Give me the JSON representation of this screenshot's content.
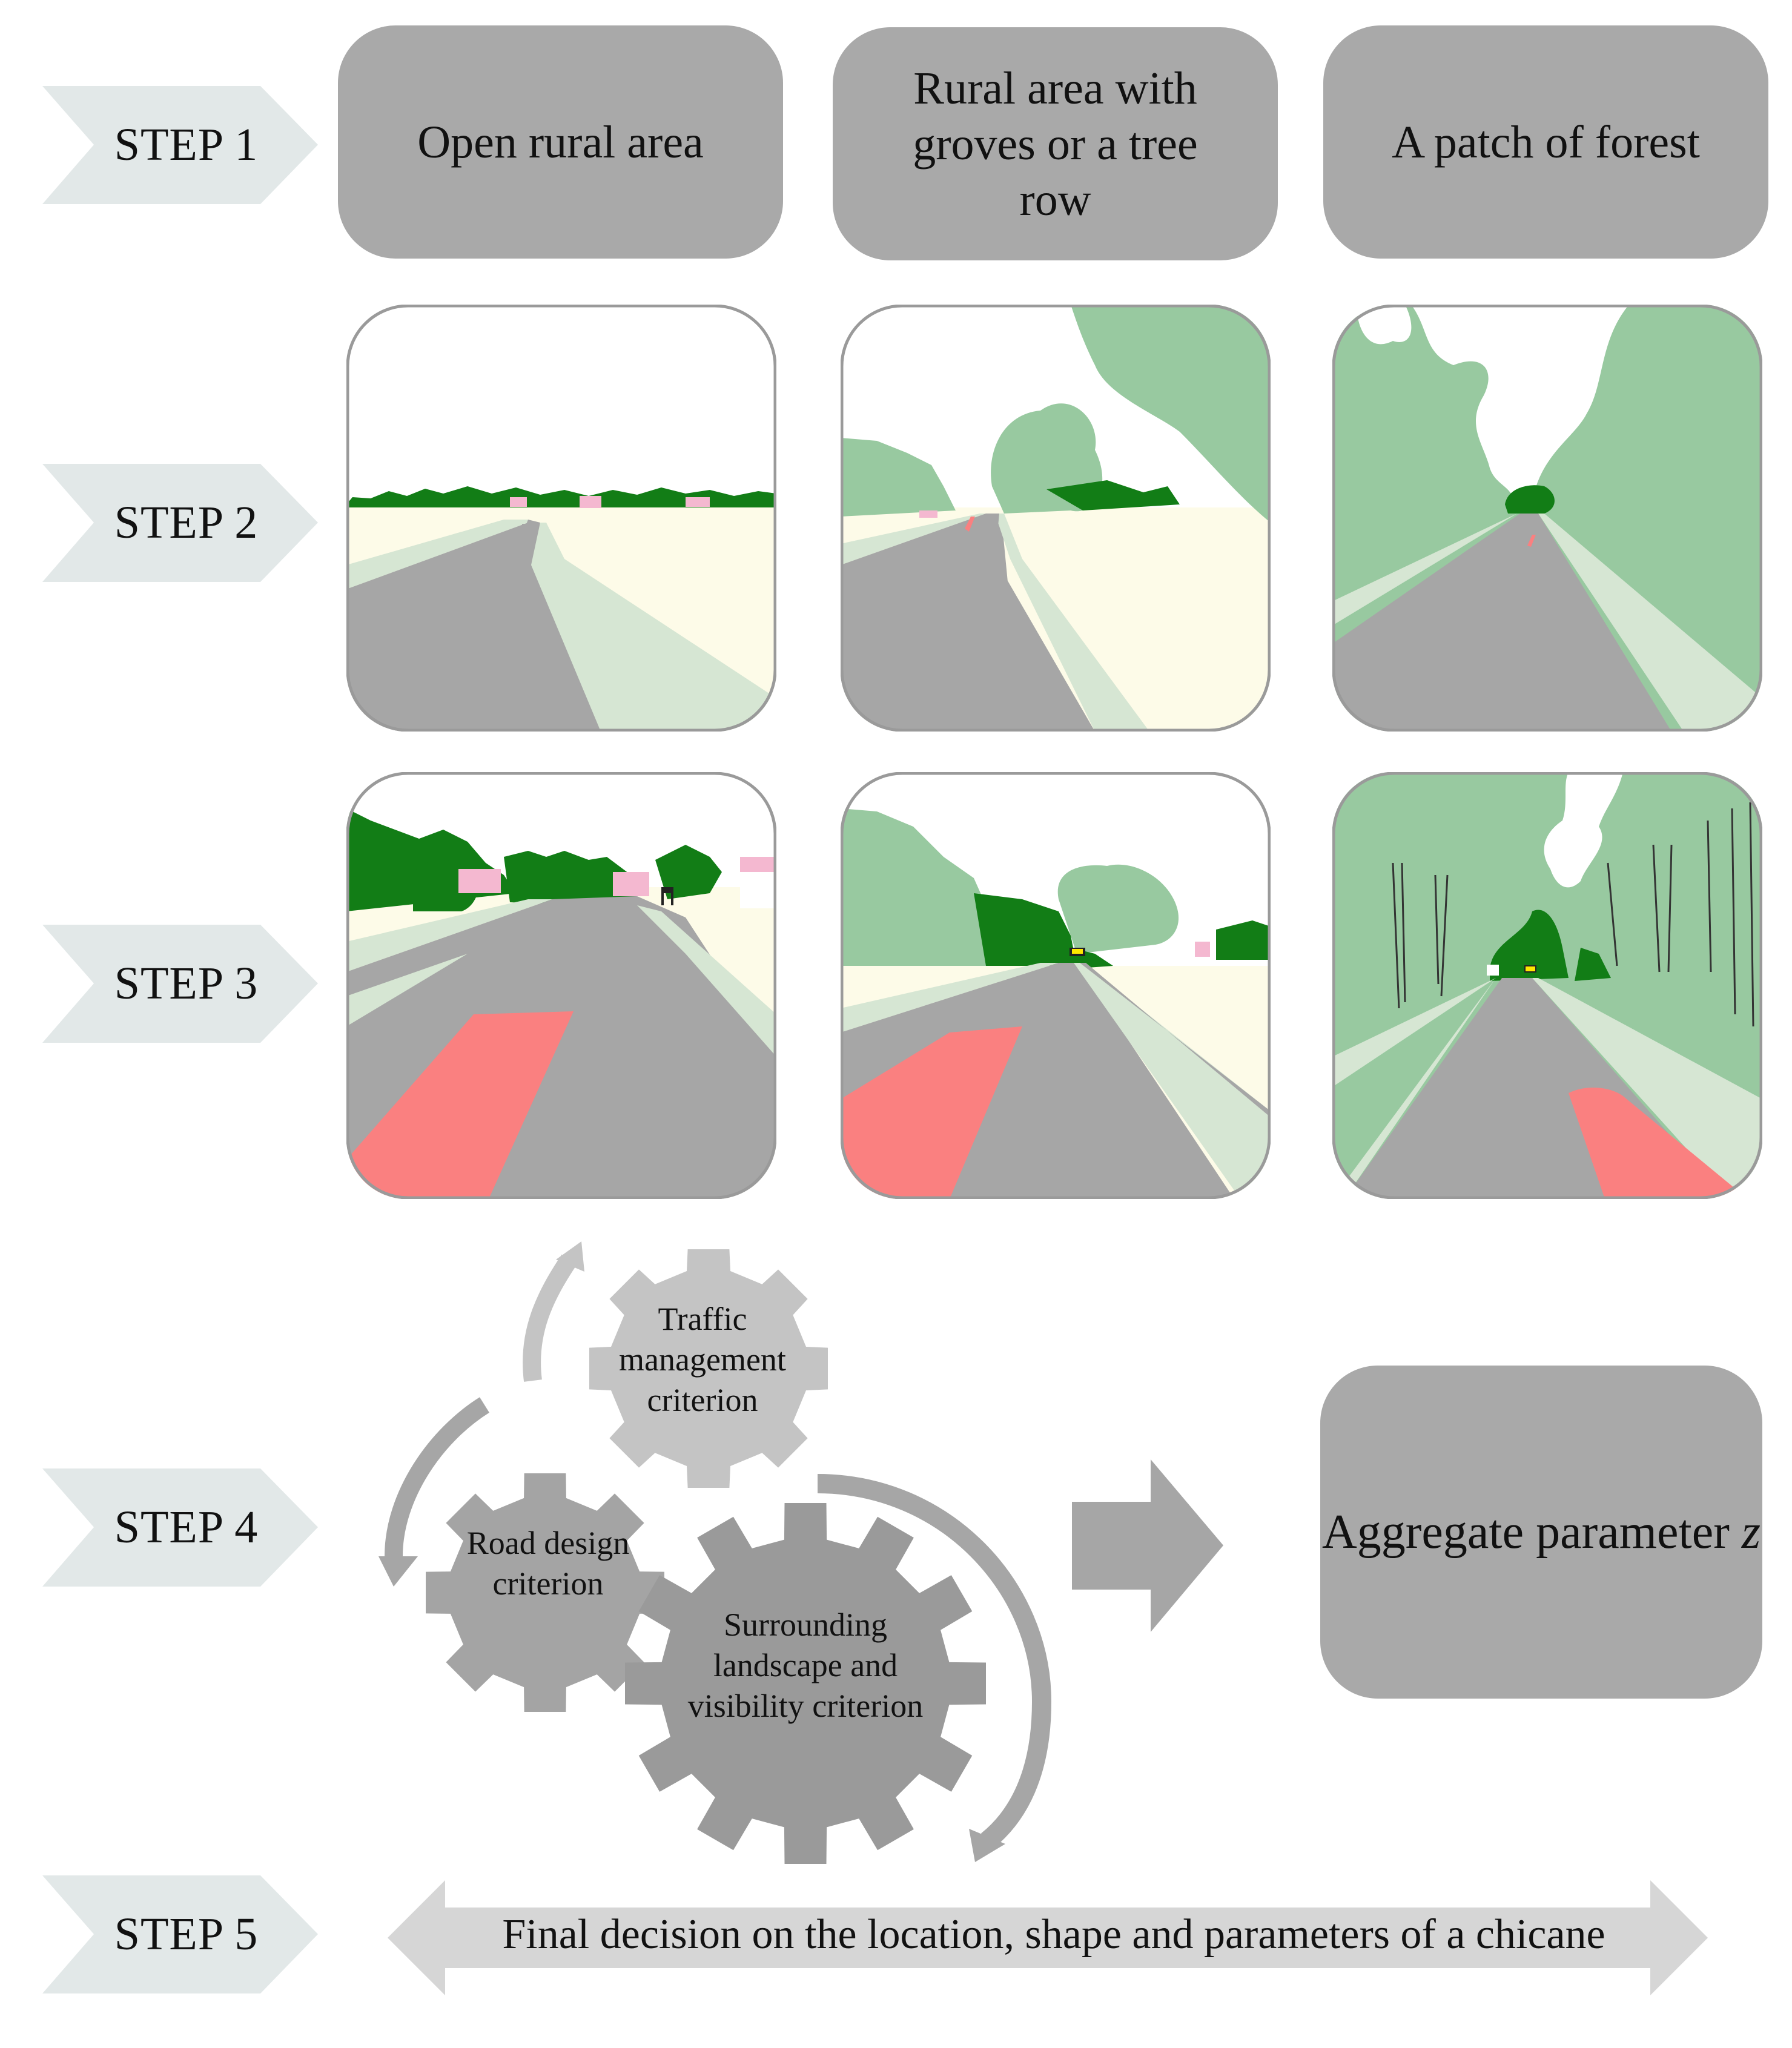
{
  "steps": [
    {
      "label": "STEP 1"
    },
    {
      "label": "STEP 2"
    },
    {
      "label": "STEP 3"
    },
    {
      "label": "STEP 4"
    },
    {
      "label": "STEP 5"
    }
  ],
  "categories": [
    {
      "label": "Open rural area"
    },
    {
      "label": "Rural area with groves or a tree row"
    },
    {
      "label": "A patch of forest"
    }
  ],
  "criteria": {
    "traffic": "Traffic management criterion",
    "road": "Road design criterion",
    "landscape": "Surrounding landscape and visibility criterion"
  },
  "aggregate": {
    "text": "Aggregate parameter",
    "symbol": "z"
  },
  "final_decision": "Final decision on the location, shape and parameters of a chicane",
  "colors": {
    "step_arrow": "#e2e8e8",
    "box": "#a9a9a9",
    "road": "#a6a6a6",
    "verge": "#d6e6d3",
    "field": "#fdfbe8",
    "tree_dark": "#127d16",
    "tree_light": "#98c9a0",
    "chicane": "#fa8080",
    "house": "#f4b8d0",
    "gear_light": "#c4c4c4",
    "gear_mid": "#a4a4a4",
    "gear_dark": "#9a9a9a",
    "double_arrow": "#d6d6d6"
  }
}
